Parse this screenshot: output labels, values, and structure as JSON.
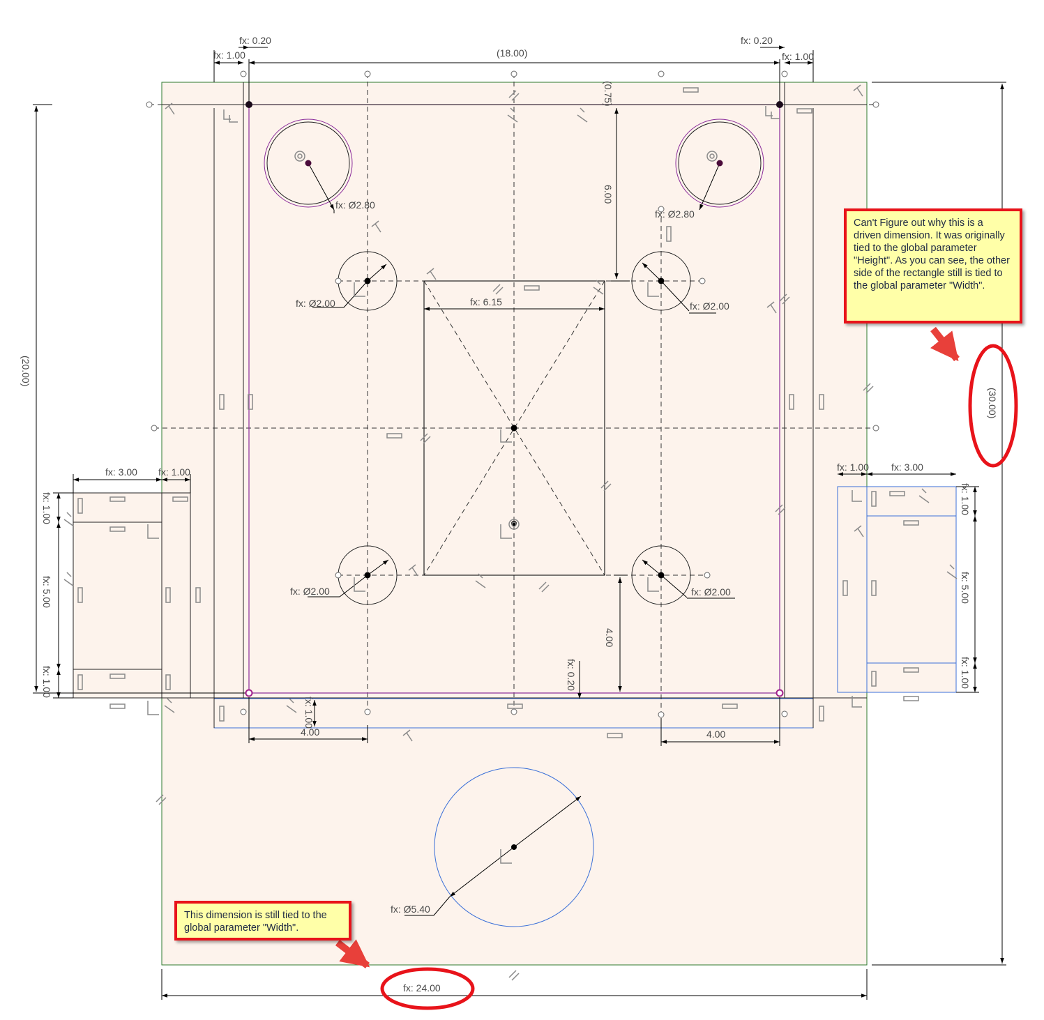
{
  "dimensions": {
    "top_left_offset": "fx: 0.20",
    "top_right_offset": "fx: 0.20",
    "top_left_margin": "fx: 1.00",
    "top_right_margin": "fx: 1.00",
    "top_span_driven": "(18.00)",
    "top_gap_driven": "(0.75)",
    "hole_top_left": "fx: Ø2.80",
    "hole_top_right": "fx: Ø2.80",
    "vert_6": "6.00",
    "hole_mid_upper_left": "fx: Ø2.00",
    "hole_mid_upper_right": "fx: Ø2.00",
    "hole_mid_lower_left": "fx: Ø2.00",
    "hole_mid_lower_right": "fx: Ø2.00",
    "center_rect_width": "fx: 6.15",
    "left_height_driven": "(20.00)",
    "right_height_driven": "(30.00)",
    "left_tab_width": "fx: 3.00",
    "left_tab_margin": "fx: 1.00",
    "left_tab_top": "fx: 1.00",
    "left_tab_mid": "fx: 5.00",
    "left_tab_bottom": "fx: 1.00",
    "right_tab_margin": "fx: 1.00",
    "right_tab_width": "fx: 3.00",
    "right_tab_top": "fx: 1.00",
    "right_tab_mid": "fx: 5.00",
    "right_tab_bottom": "fx: 1.00",
    "vert_4": "4.00",
    "bottom_offset": "fx: 0.20",
    "bottom_strip": "fx: 1.00",
    "bottom_left_4": "4.00",
    "bottom_right_4": "4.00",
    "big_hole": "fx: Ø5.40",
    "overall_width": "fx: 24.00"
  },
  "callouts": {
    "driven": "Can't Figure out why this is a driven dimension. It was originally tied to the global parameter \"Height\". As you can see, the other side of the rectangle still is tied to the global parameter \"Width\".",
    "width": "This dimension is still  tied to the global parameter \"Width\"."
  },
  "colors": {
    "sheet_fill": "#fdf3ec",
    "sheet_border": "#2d7a2d",
    "profile_line": "#8a2a9a",
    "tab_line": "#3a6fd8",
    "callout_red": "#e8131a",
    "callout_fill": "#ffffa8"
  }
}
